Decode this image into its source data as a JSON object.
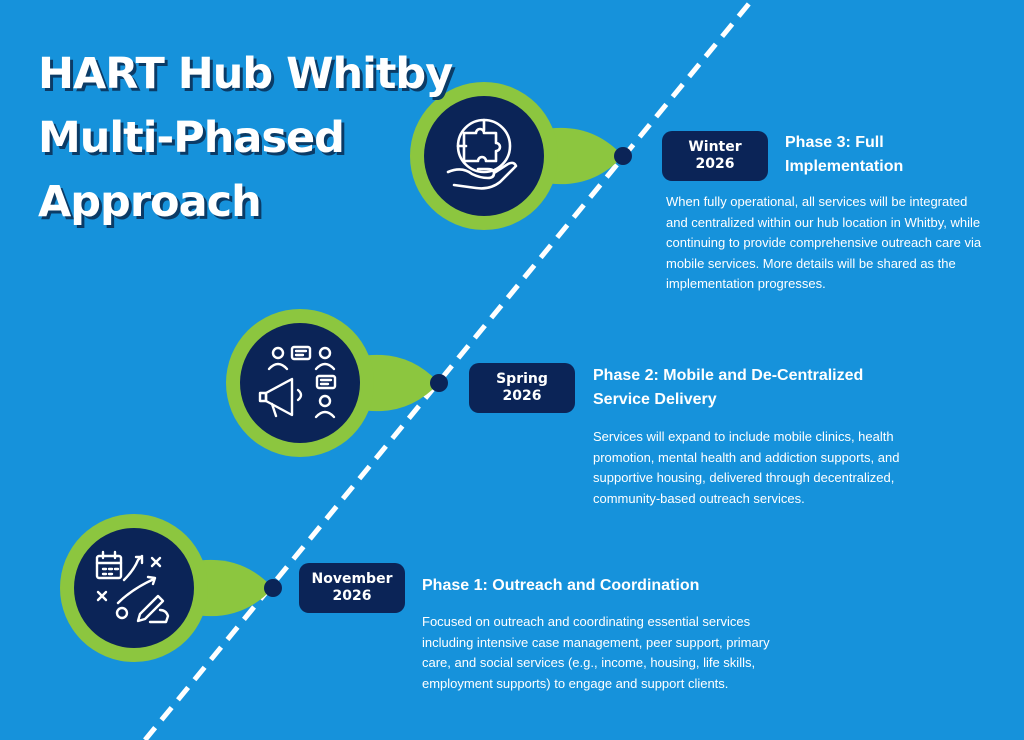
{
  "title": {
    "line1": "HART Hub Whitby",
    "line2": "Multi-Phased",
    "line3": "Approach"
  },
  "colors": {
    "background": "#1692db",
    "accent_green": "#8cc63f",
    "dark_navy": "#0b2457",
    "line": "#ffffff"
  },
  "phases": [
    {
      "date_line1": "Winter",
      "date_line2": "2026",
      "title_line1": "Phase 3: Full",
      "title_line2": "Implementation",
      "description": "When fully operational, all services will be integrated and centralized within our hub location in Whitby, while continuing to provide comprehensive outreach care via mobile services. More details will be shared as the implementation progresses.",
      "icon": "hand-holding-puzzle-globe-icon"
    },
    {
      "date_line1": "Spring",
      "date_line2": "2026",
      "title_line1": "Phase 2: Mobile and De-Centralized",
      "title_line2": "Service Delivery",
      "description": "Services will expand to include mobile clinics, health promotion, mental health and addiction supports, and supportive housing, delivered through decentralized, community-based outreach services.",
      "icon": "megaphone-people-chat-icon"
    },
    {
      "date_line1": "November",
      "date_line2": "2026",
      "title_line1": "Phase 1: Outreach and Coordination",
      "title_line2": "",
      "description": "Focused on outreach and coordinating essential services including intensive case management, peer support, primary care, and social services (e.g., income, housing, life skills, employment supports) to engage and support clients.",
      "icon": "strategy-plan-calendar-icon"
    }
  ]
}
